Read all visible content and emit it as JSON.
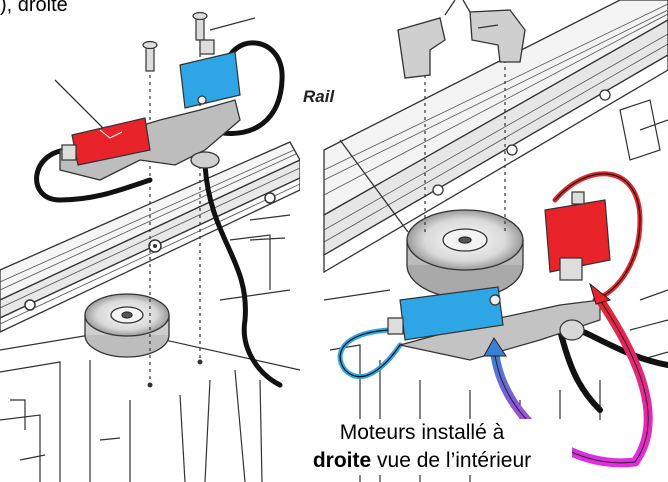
{
  "top_left_fragment": "), droite",
  "rail_label": "Rail",
  "caption": {
    "line1": "Moteurs installé à",
    "line2_bold": "droite",
    "line2_rest": " vue de l’intérieur"
  },
  "colors": {
    "motor_red": "#e8232a",
    "motor_blue": "#2ea6e6",
    "arrow_red": "#e8232a",
    "arrow_blue": "#3a7fd6",
    "arrow_magenta": "#e62ae0"
  }
}
